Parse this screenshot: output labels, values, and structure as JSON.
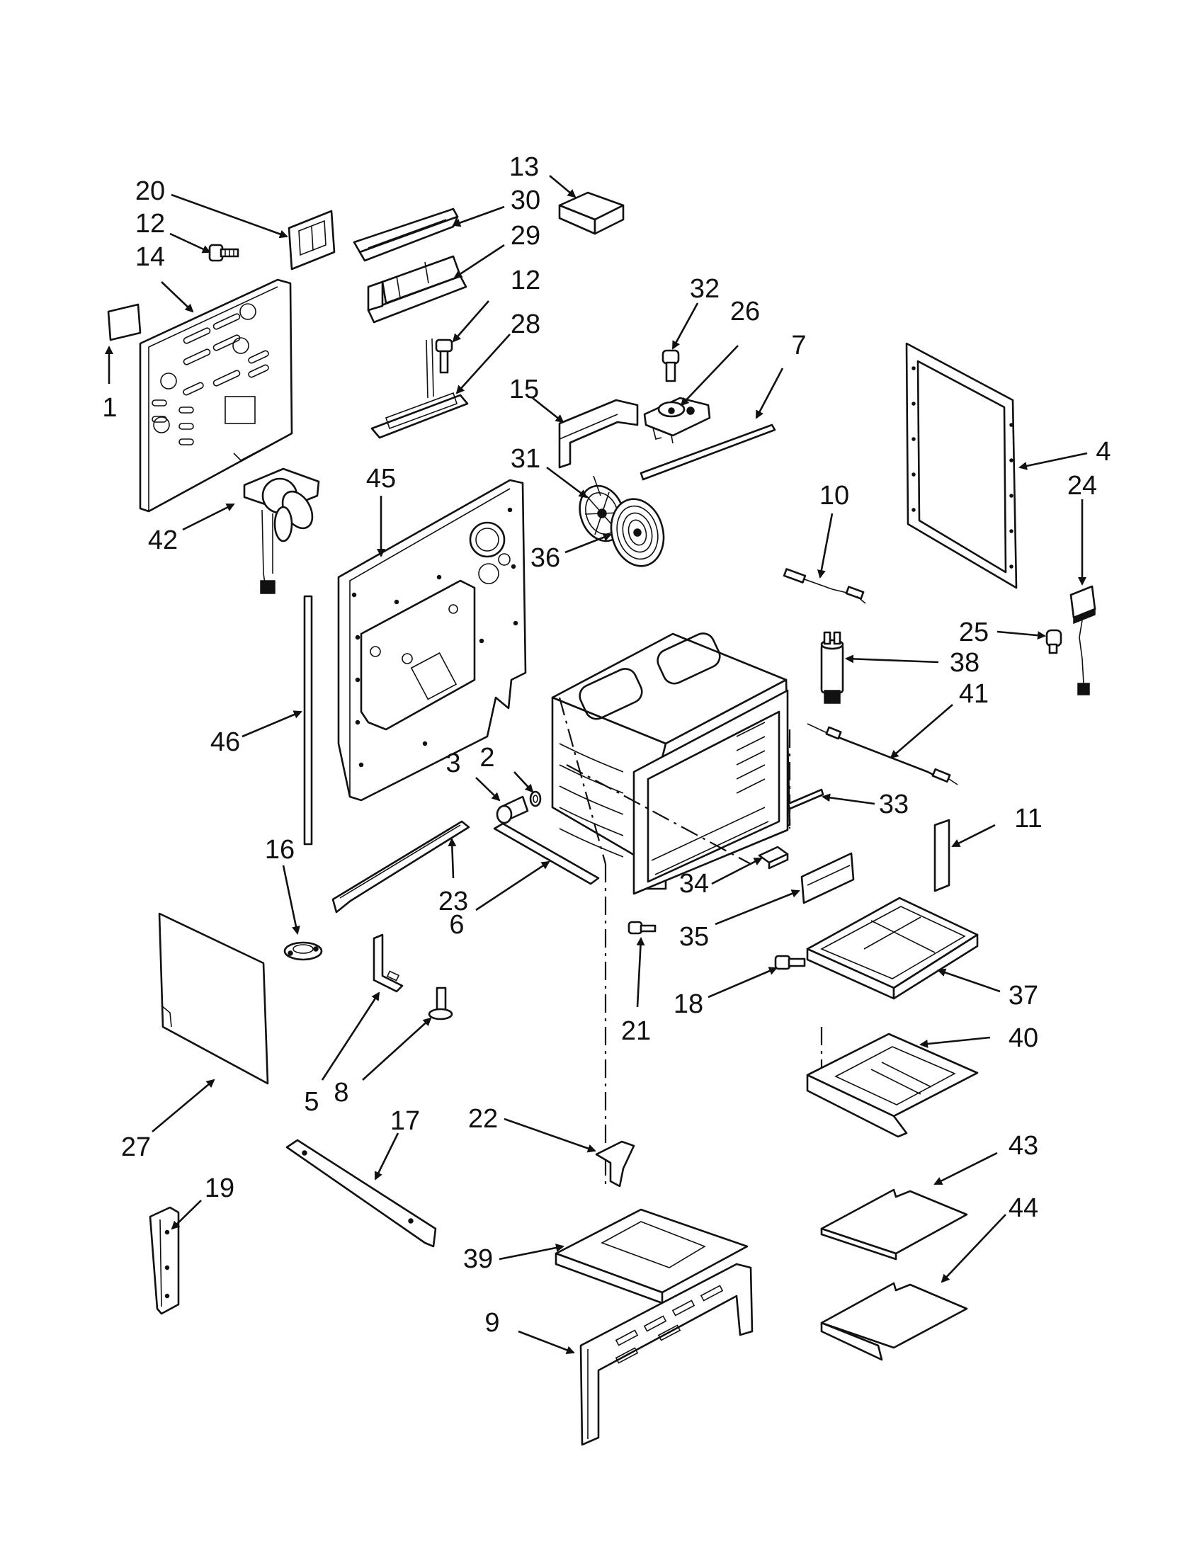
{
  "callouts": [
    {
      "id": "1",
      "label": "1"
    },
    {
      "id": "2",
      "label": "2"
    },
    {
      "id": "3",
      "label": "3"
    },
    {
      "id": "4",
      "label": "4"
    },
    {
      "id": "5",
      "label": "5"
    },
    {
      "id": "6",
      "label": "6"
    },
    {
      "id": "7",
      "label": "7"
    },
    {
      "id": "8",
      "label": "8"
    },
    {
      "id": "9",
      "label": "9"
    },
    {
      "id": "10",
      "label": "10"
    },
    {
      "id": "11",
      "label": "11"
    },
    {
      "id": "12a",
      "label": "12"
    },
    {
      "id": "12b",
      "label": "12"
    },
    {
      "id": "13",
      "label": "13"
    },
    {
      "id": "14",
      "label": "14"
    },
    {
      "id": "15",
      "label": "15"
    },
    {
      "id": "16",
      "label": "16"
    },
    {
      "id": "17",
      "label": "17"
    },
    {
      "id": "18",
      "label": "18"
    },
    {
      "id": "19",
      "label": "19"
    },
    {
      "id": "20",
      "label": "20"
    },
    {
      "id": "21",
      "label": "21"
    },
    {
      "id": "22",
      "label": "22"
    },
    {
      "id": "23",
      "label": "23"
    },
    {
      "id": "24",
      "label": "24"
    },
    {
      "id": "25",
      "label": "25"
    },
    {
      "id": "26",
      "label": "26"
    },
    {
      "id": "27",
      "label": "27"
    },
    {
      "id": "28",
      "label": "28"
    },
    {
      "id": "29",
      "label": "29"
    },
    {
      "id": "30",
      "label": "30"
    },
    {
      "id": "31",
      "label": "31"
    },
    {
      "id": "32",
      "label": "32"
    },
    {
      "id": "33",
      "label": "33"
    },
    {
      "id": "34",
      "label": "34"
    },
    {
      "id": "35",
      "label": "35"
    },
    {
      "id": "36",
      "label": "36"
    },
    {
      "id": "37",
      "label": "37"
    },
    {
      "id": "38",
      "label": "38"
    },
    {
      "id": "39",
      "label": "39"
    },
    {
      "id": "40",
      "label": "40"
    },
    {
      "id": "41",
      "label": "41"
    },
    {
      "id": "42",
      "label": "42"
    },
    {
      "id": "43",
      "label": "43"
    },
    {
      "id": "44",
      "label": "44"
    },
    {
      "id": "45",
      "label": "45"
    },
    {
      "id": "46",
      "label": "46"
    }
  ]
}
